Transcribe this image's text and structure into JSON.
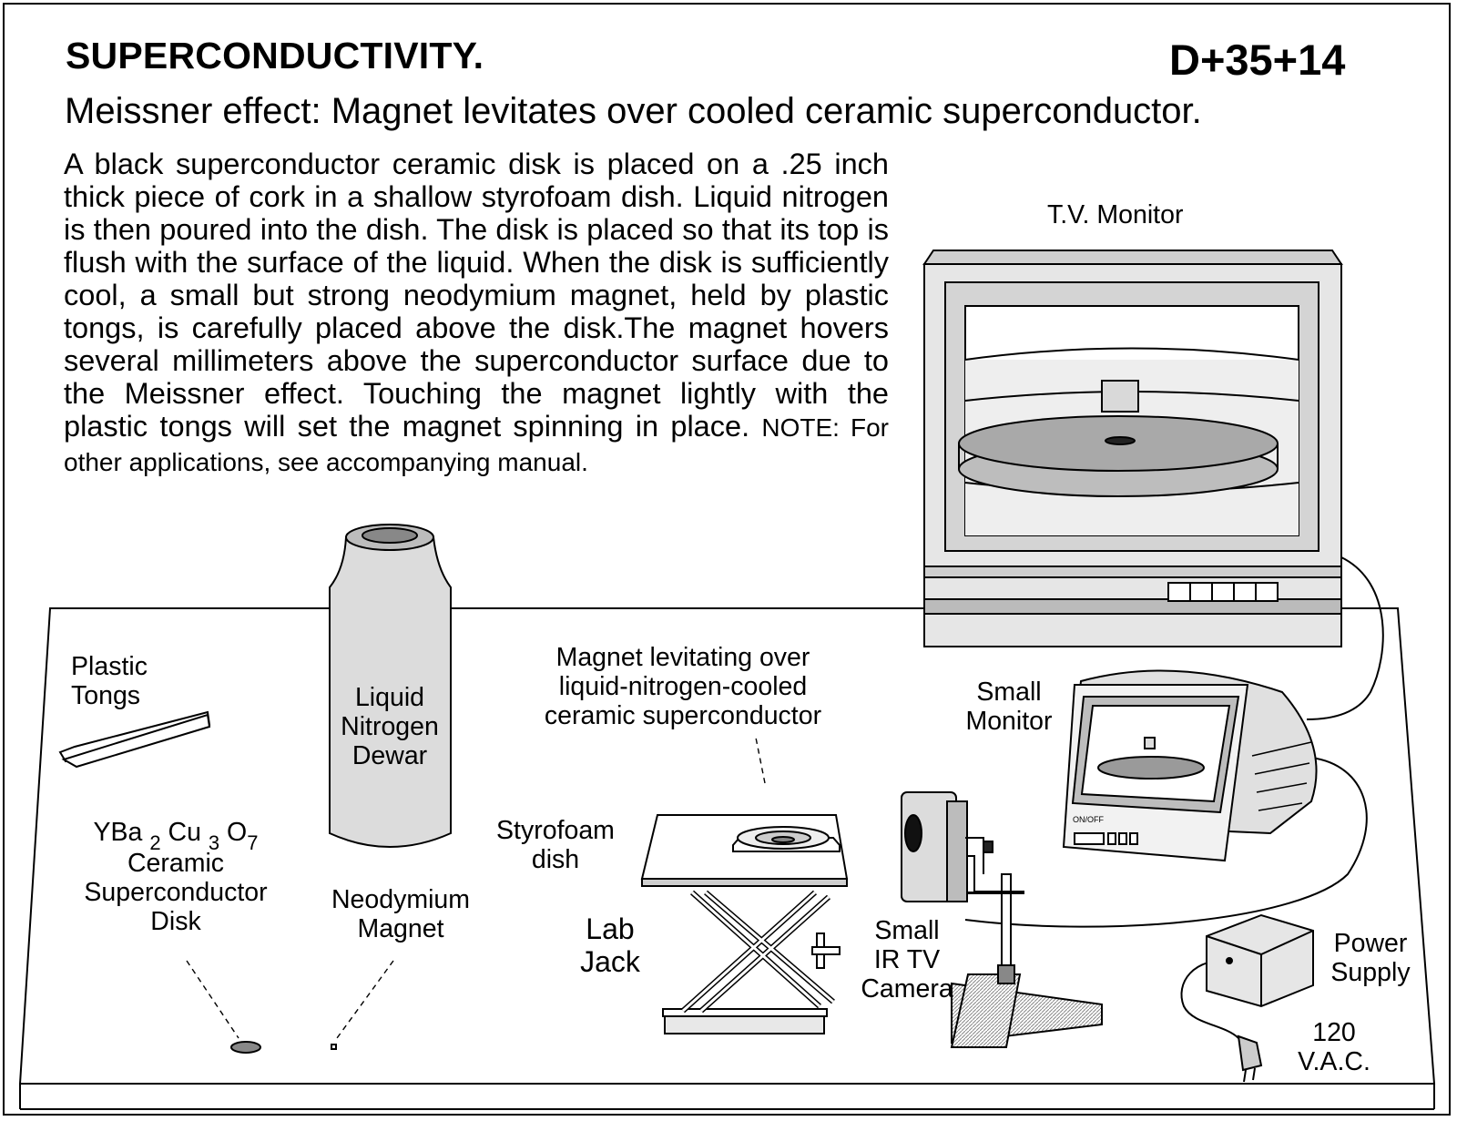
{
  "header": {
    "title": "SUPERCONDUCTIVITY.",
    "code": "D+35+14",
    "subtitle": "Meissner effect:  Magnet levitates over cooled ceramic superconductor."
  },
  "description": {
    "body": "A black superconductor ceramic disk is placed on a .25 inch thick piece of cork in a shallow styrofoam dish. Liquid nitrogen is then poured into the dish. The disk is placed so that its top is flush with the surface of the liquid. When the disk is sufficiently cool, a small but strong neodymium magnet, held by plastic tongs, is carefully placed above the disk.The magnet hovers several millimeters above the superconductor surface due to the Meissner effect. Touching the magnet lightly with the plastic tongs will set the magnet spinning in place.",
    "note": "NOTE: For other applications, see accompanying manual."
  },
  "labels": {
    "tv_monitor": "T.V. Monitor",
    "plastic_tongs": [
      "Plastic",
      "Tongs"
    ],
    "dewar": [
      "Liquid",
      "Nitrogen",
      "Dewar"
    ],
    "levitating": [
      "Magnet levitating over",
      "liquid-nitrogen-cooled",
      "ceramic superconductor"
    ],
    "small_monitor": [
      "Small",
      "Monitor"
    ],
    "monitor_button": "ON/OFF",
    "styrofoam": [
      "Styrofoam",
      "dish"
    ],
    "lab_jack": [
      "Lab",
      "Jack"
    ],
    "ceramic_formula": {
      "ba": "YBa",
      "n1": "2",
      "cu": "Cu",
      "n2": "3",
      "o": "O",
      "n3": "7"
    },
    "ceramic": [
      "Ceramic",
      "Superconductor",
      "Disk"
    ],
    "neodymium": [
      "Neodymium",
      "Magnet"
    ],
    "camera": [
      "Small",
      "IR TV",
      "Camera"
    ],
    "power_supply": [
      "Power",
      "Supply"
    ],
    "vac": [
      "120",
      "V.A.C."
    ]
  }
}
